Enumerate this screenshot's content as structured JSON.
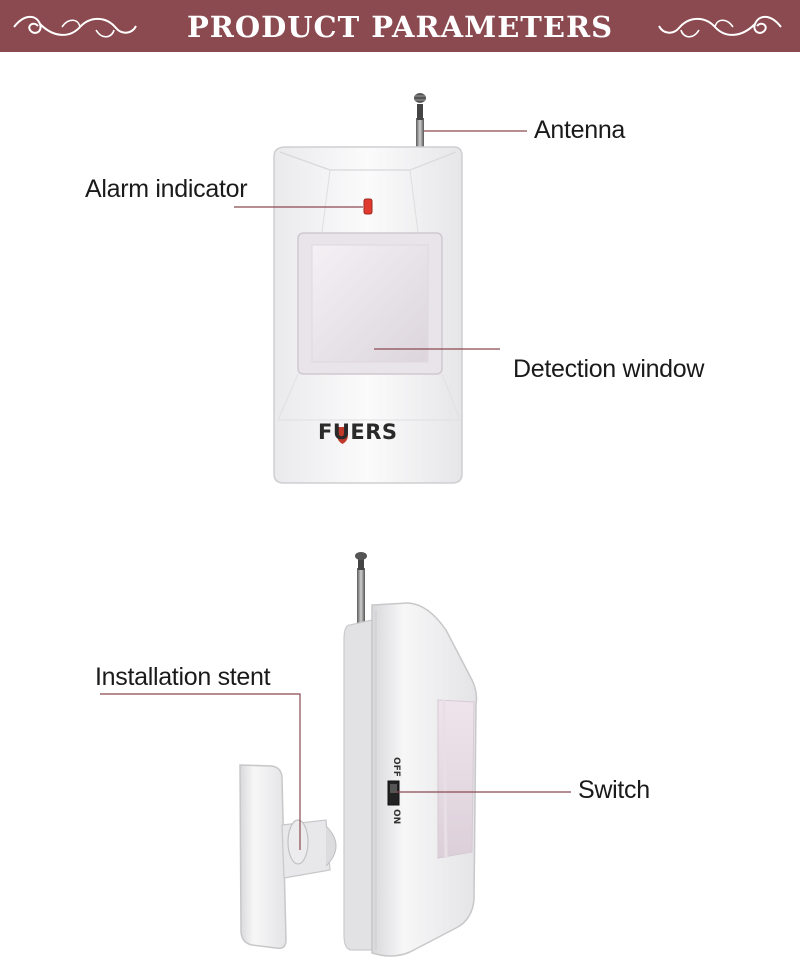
{
  "header": {
    "title": "PRODUCT PARAMETERS",
    "accent_color": "#8a4a50",
    "ornament_icon": "swirl-ornament-icon"
  },
  "product": {
    "brand": "FUERS",
    "shield_color": "#c0392b"
  },
  "callouts": {
    "antenna": "Antenna",
    "alarm_indicator": "Alarm indicator",
    "detection_window": "Detection window",
    "installation_stent": "Installation stent",
    "switch": "Switch"
  },
  "switch_labels": {
    "off": "OFF",
    "on": "ON"
  },
  "colors": {
    "leader_line": "#8a4a50",
    "indicator": "#e03a2e"
  }
}
